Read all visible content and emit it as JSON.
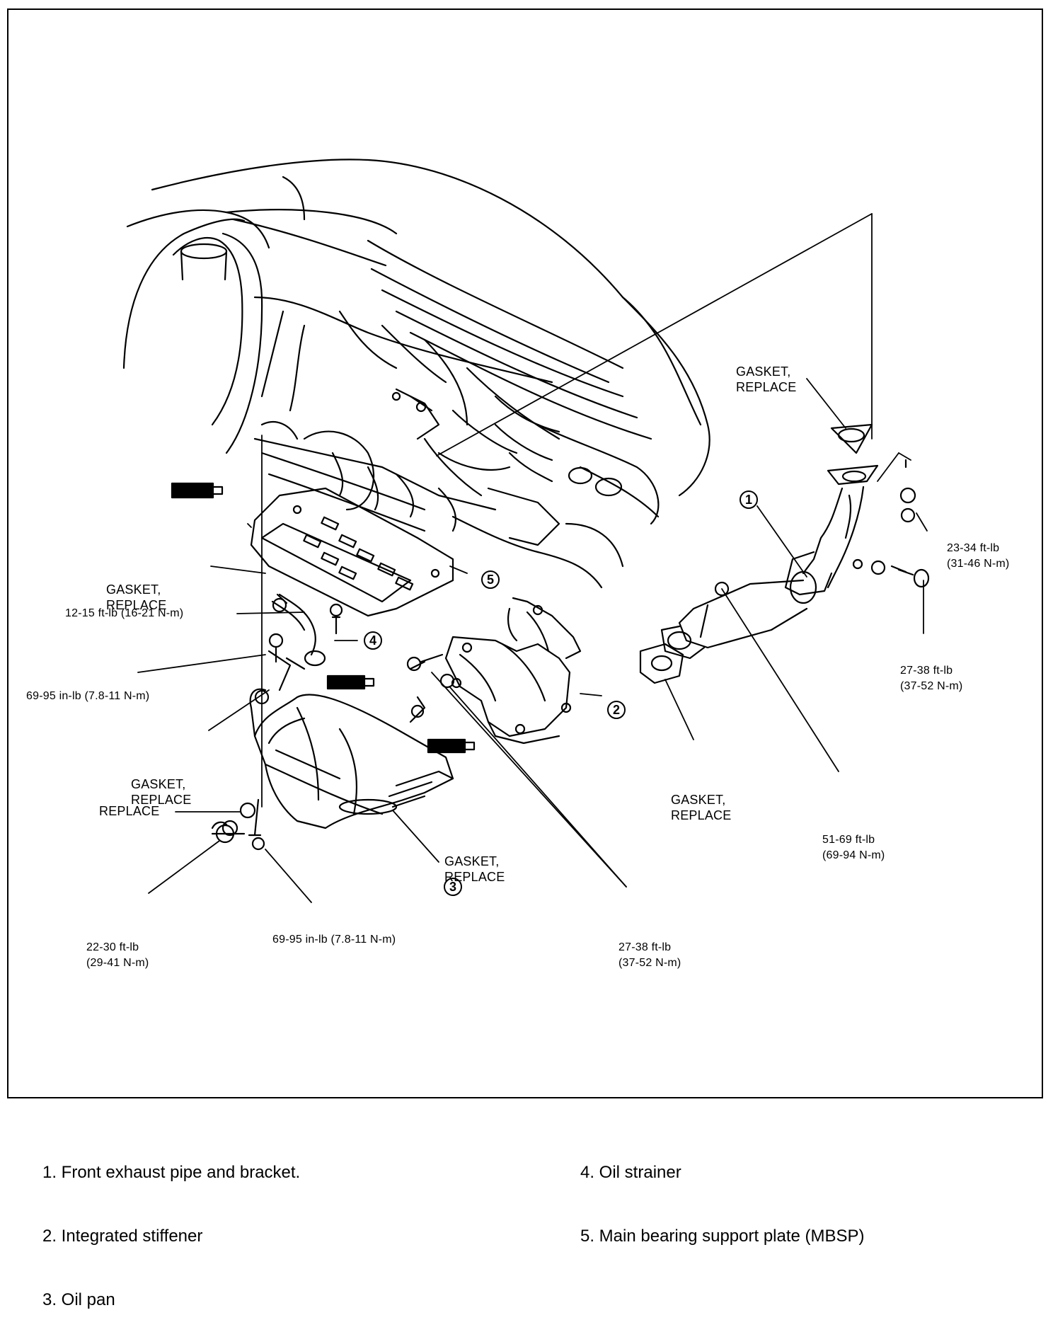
{
  "labels": {
    "gasket_top_right": [
      "GASKET,",
      "REPLACE"
    ],
    "torque_23_34": [
      "23-34 ft-lb",
      "(31-46 N-m)"
    ],
    "torque_27_38_right": [
      "27-38 ft-lb",
      "(37-52 N-m)"
    ],
    "gasket_mid_right": [
      "GASKET,",
      "REPLACE"
    ],
    "torque_51_69": [
      "51-69 ft-lb",
      "(69-94 N-m)"
    ],
    "gasket_left_upper": [
      "GASKET,",
      "REPLACE"
    ],
    "torque_12_15": "12-15 ft-lb (16-21 N-m)",
    "torque_69_95_left": "69-95 in-lb (7.8-11 N-m)",
    "gasket_left_lower": [
      "GASKET,",
      "REPLACE"
    ],
    "replace": "REPLACE",
    "gasket_pan": [
      "GASKET,",
      "REPLACE"
    ],
    "torque_22_30": [
      "22-30 ft-lb",
      "(29-41 N-m)"
    ],
    "torque_69_95_bottom": "69-95 in-lb (7.8-11 N-m)",
    "torque_27_38_bottom": [
      "27-38 ft-lb",
      "(37-52 N-m)"
    ]
  },
  "callouts": [
    "1",
    "2",
    "3",
    "4",
    "5"
  ],
  "legend": {
    "left": [
      "1. Front exhaust pipe and bracket.",
      "2. Integrated stiffener",
      "3. Oil pan"
    ],
    "right": [
      "4. Oil strainer",
      "5. Main bearing support plate (MBSP)"
    ]
  }
}
